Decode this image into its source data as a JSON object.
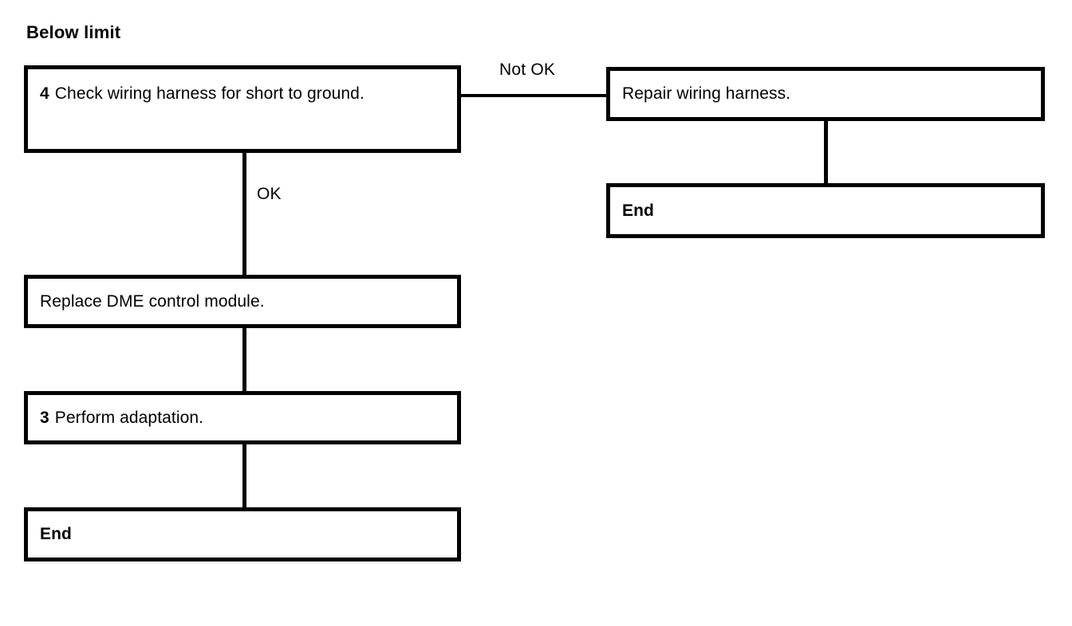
{
  "title": "Below limit",
  "nodes": {
    "check_harness": {
      "prefix": "4",
      "text": "Check wiring harness for short to ground."
    },
    "repair_harness": {
      "text": "Repair wiring harness."
    },
    "end_right": {
      "text": "End"
    },
    "replace_dme": {
      "text": "Replace DME control module."
    },
    "perform_adaptation": {
      "prefix": "3",
      "text": "Perform adaptation."
    },
    "end_left": {
      "text": "End"
    }
  },
  "edges": {
    "not_ok_label": "Not OK",
    "ok_label": "OK"
  },
  "colors": {
    "line": "#000000",
    "background": "#ffffff",
    "text": "#000000"
  }
}
